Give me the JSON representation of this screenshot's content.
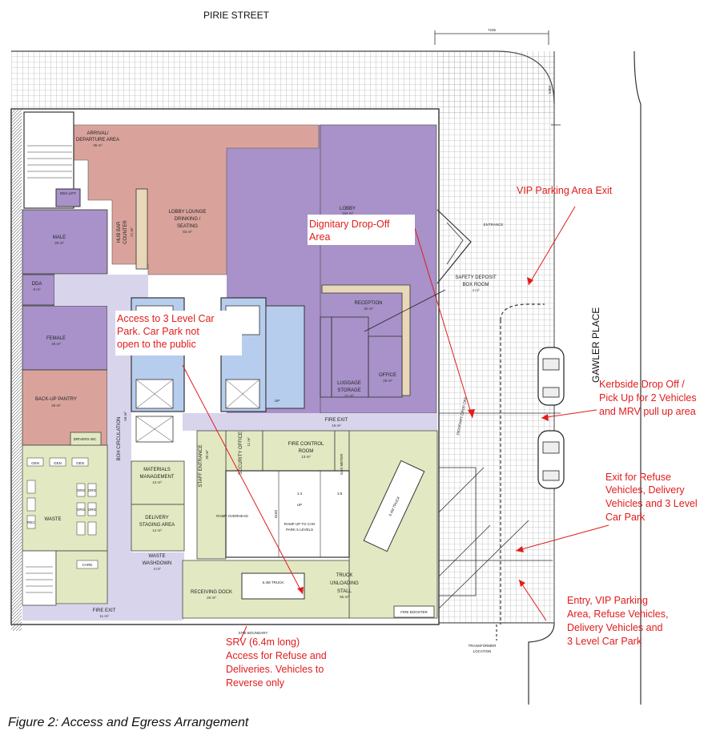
{
  "streets": {
    "north": "PIRIE STREET",
    "east": "GAWLER PLACE"
  },
  "dimensions": {
    "top": "7236",
    "side": "5303"
  },
  "rooms": {
    "arrival": {
      "label1": "ARRIVAL/",
      "label2": "DEPARTURE AREA",
      "area": "35 m²"
    },
    "dda_lift": {
      "label": "DDA LIFT"
    },
    "hub_bar": {
      "label1": "HUB BAR",
      "label2": "COUNTER",
      "area": "21 m²"
    },
    "lobby_lounge": {
      "label1": "LOBBY LOUNGE",
      "label2": "DRINKING /",
      "label3": "SEATING",
      "area": "83 m²"
    },
    "lobby": {
      "label": "LOBBY",
      "area": "154 m²"
    },
    "entrance": {
      "label": "ENTRANCE"
    },
    "male": {
      "label": "MALE",
      "area": "28 m²"
    },
    "dda": {
      "label": "DDA",
      "area": "6 m²"
    },
    "female": {
      "label": "FEMALE",
      "area": "25 m²"
    },
    "backup_pantry": {
      "label": "BACK-UP PANTRY",
      "area": "26 m²"
    },
    "safety_deposit": {
      "label1": "SAFETY DEPOSIT",
      "label2": "BOX ROOM",
      "area": "4 m²"
    },
    "reception": {
      "label": "RECEPTION",
      "area": "30 m²"
    },
    "luggage": {
      "label1": "LUGGAGE",
      "label2": "STORAGE",
      "area": "21 m²"
    },
    "office": {
      "label": "OFFICE",
      "area": "29 m²"
    },
    "up": {
      "label": "UP"
    },
    "fire_exit_mid": {
      "label": "FIRE EXIT",
      "area": "16 m²"
    },
    "boh": {
      "label": "BOH CIRCULATION",
      "area": "58 m²"
    },
    "staff_entrance": {
      "label": "STAFF ENTRANCE",
      "area": "30 m²"
    },
    "security": {
      "label": "SECURITY OFFICE",
      "area": "11 m²"
    },
    "fire_control": {
      "label1": "FIRE CONTROL",
      "label2": "ROOM",
      "area": "13 m²"
    },
    "gas_meter": {
      "label": "GAS METER"
    },
    "drivers_wc": {
      "label": "DRIVERS WC"
    },
    "waste": {
      "label": "WASTE"
    },
    "gen": {
      "label": "GEN"
    },
    "org": {
      "label": "ORG"
    },
    "rec": {
      "label": "REC"
    },
    "card": {
      "label": "CARD"
    },
    "materials": {
      "label1": "MATERIALS",
      "label2": "MANAGEMENT",
      "area": "13 m²"
    },
    "delivery": {
      "label1": "DELIVERY",
      "label2": "STAGING AREA",
      "area": "14 m²"
    },
    "waste_washdown": {
      "label1": "WASTE",
      "label2": "WASHDOWN",
      "area": "4 m²"
    },
    "ramp_overhead": {
      "label": "RAMP OVERHEAD"
    },
    "ramp_up": {
      "label1": "RAMP UP TO CAR",
      "label2": "PARK 5 LEVELS",
      "up": "UP",
      "grade1": "1:4",
      "grade2": "1:8",
      "width": "6150"
    },
    "truck_diag": {
      "label": "6.4M TRUCK"
    },
    "receiving": {
      "label": "RECEIVING DOCK",
      "area": "20 m²"
    },
    "truck_box": {
      "label": "6.4M TRUCK"
    },
    "truck_stall": {
      "label1": "TRUCK",
      "label2": "UNLOADING",
      "label3": "STALL",
      "area": "55 m²"
    },
    "fire_exit_bottom": {
      "label": "FIRE EXIT",
      "area": "11 m²"
    },
    "fire_booster": {
      "label": "FIRE BOOSTER"
    },
    "transformer": {
      "label1": "TRANSFORMER",
      "label2": "LOCATION"
    },
    "site_boundary": {
      "label": "SITE BOUNDARY"
    },
    "drop_off_zone": {
      "label": "DIGNITARY DROP OFF"
    }
  },
  "annotations": {
    "vip_exit": "VIP Parking Area Exit",
    "dignitary": [
      "Dignitary Drop-Off",
      "Area"
    ],
    "carpark": [
      "Access to 3 Level Car",
      "Park. Car Park not",
      "open to the public"
    ],
    "kerbside": [
      "Kerbside Drop Off /",
      "Pick Up for 2 Vehicles",
      "and MRV pull up area"
    ],
    "exit_refuse": [
      "Exit for Refuse",
      "Vehicles, Delivery",
      "Vehicles and 3 Level",
      "Car Park"
    ],
    "entry": [
      "Entry, VIP Parking",
      "Area, Refuse Vehicles,",
      "Delivery Vehicles and",
      "3 Level Car Park"
    ],
    "srv": [
      "SRV (6.4m long)",
      "Access for Refuse and",
      "Deliveries. Vehicles to",
      "Reverse only"
    ]
  },
  "caption": "Figure 2: Access and Egress Arrangement",
  "colors": {
    "purple": "#a892c9",
    "salmon": "#d9a39c",
    "green": "#e2e8c1",
    "lightpurple": "#d8d4ec",
    "blue": "#b7cdee",
    "annotation": "#e21b1b"
  }
}
